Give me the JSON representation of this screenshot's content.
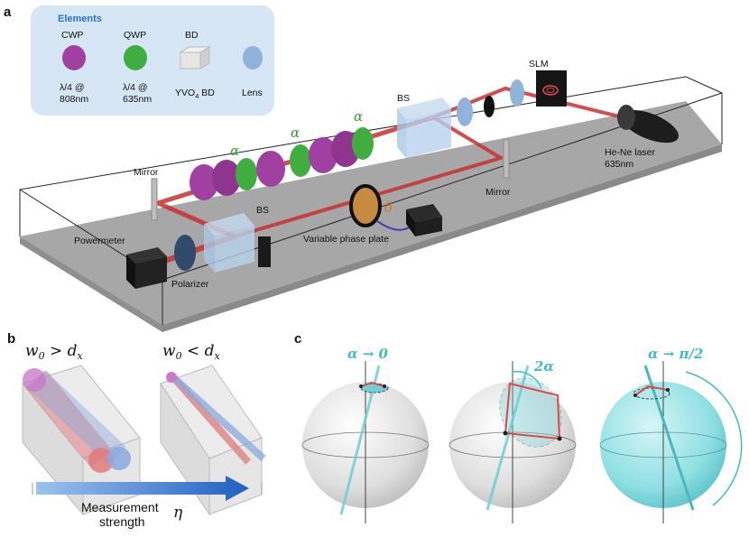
{
  "colors": {
    "laser": "#c93030",
    "cwp": "#a040a0",
    "qwp": "#3fae3f",
    "lens": "#8fb3da",
    "legend_bg": "#d7e6f5",
    "sphere_fill": "#7fd8dc",
    "arrow_blue": "#1f63c6",
    "axis_cyan": "#5cc8cc"
  },
  "panel_a": {
    "label": "a",
    "legend": {
      "title": "Elements",
      "items": [
        {
          "name": "CWP",
          "desc1": "λ/4 @",
          "desc2": "808nm",
          "icon": "purple-disc-icon"
        },
        {
          "name": "QWP",
          "desc1": "λ/4 @",
          "desc2": "635nm",
          "icon": "green-disc-icon"
        },
        {
          "name": "BD",
          "desc1": "YVO",
          "desc_sub": "4",
          "desc2": " BD",
          "icon": "beam-displacer-icon"
        },
        {
          "name": "",
          "desc1": "Lens",
          "desc2": "",
          "icon": "lens-icon"
        }
      ]
    },
    "labels": {
      "slm": "SLM",
      "bs_top": "BS",
      "bs_bottom": "BS",
      "laser_line1": "He-Ne laser",
      "laser_line2": "635nm",
      "mirror_left": "Mirror",
      "mirror_right": "Mirror",
      "powermeter": "Powermeter",
      "polarizer": "Polarizer",
      "phase_plate": "Variable phase plate",
      "alpha": "α",
      "delta": "δ"
    }
  },
  "panel_b": {
    "label": "b",
    "case1_lhs": "w",
    "case1_sub": "0",
    "case1_op": " > d",
    "case1_sub2": "x",
    "case2_lhs": "w",
    "case2_sub": "0",
    "case2_op": " < d",
    "case2_sub2": "x",
    "arrow_label_line1": "Measurement",
    "arrow_label_line2": "strength",
    "eta": "η"
  },
  "panel_c": {
    "label": "c",
    "spheres": [
      {
        "label": "α → 0",
        "cap": "small"
      },
      {
        "label": "2α",
        "cap": "medium"
      },
      {
        "label": "α → π/2",
        "cap": "full"
      }
    ]
  }
}
